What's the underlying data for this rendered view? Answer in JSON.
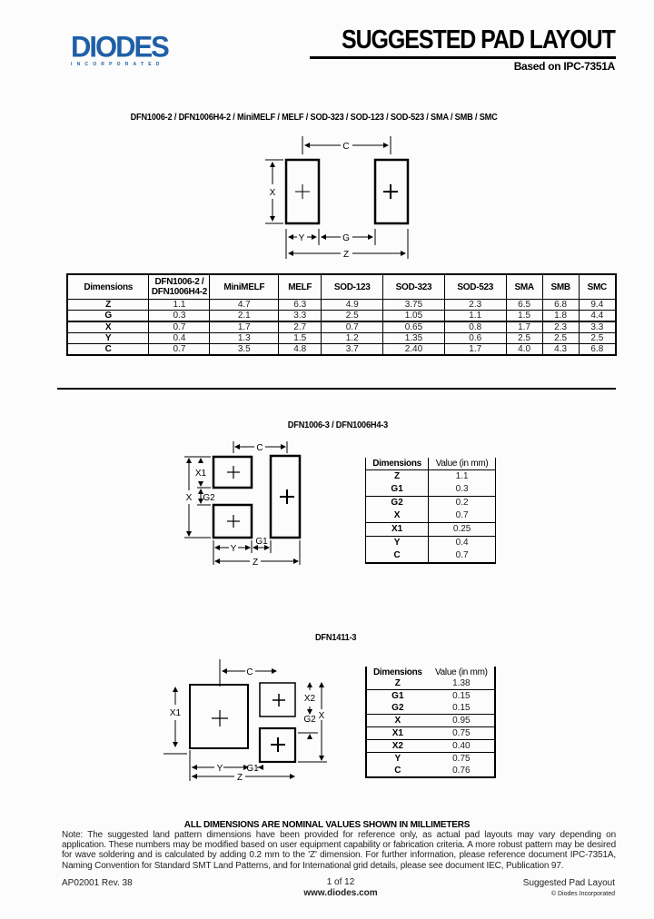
{
  "header": {
    "logo_text": "DIODES",
    "logo_subtext": "INCORPORATED",
    "logo_color": "#1f5fa8",
    "title": "SUGGESTED PAD LAYOUT",
    "subtitle": "Based on IPC-7351A"
  },
  "section1": {
    "title": "DFN1006-2 / DFN1006H4-2 / MiniMELF / MELF / SOD-323 / SOD-123 / SOD-523 / SMA / SMB / SMC",
    "diagram_labels": {
      "c": "C",
      "x": "X",
      "y": "Y",
      "g": "G",
      "z": "Z"
    },
    "table": {
      "headers": [
        "Dimensions",
        "DFN1006-2 / DFN1006H4-2",
        "MiniMELF",
        "MELF",
        "SOD-123",
        "SOD-323",
        "SOD-523",
        "SMA",
        "SMB",
        "SMC"
      ],
      "rows": [
        [
          "Z",
          "1.1",
          "4.7",
          "6.3",
          "4.9",
          "3.75",
          "2.3",
          "6.5",
          "6.8",
          "9.4"
        ],
        [
          "G",
          "0.3",
          "2.1",
          "3.3",
          "2.5",
          "1.05",
          "1.1",
          "1.5",
          "1.8",
          "4.4"
        ],
        [
          "X",
          "0.7",
          "1.7",
          "2.7",
          "0.7",
          "0.65",
          "0.8",
          "1.7",
          "2.3",
          "3.3"
        ],
        [
          "Y",
          "0.4",
          "1.3",
          "1.5",
          "1.2",
          "1.35",
          "0.6",
          "2.5",
          "2.5",
          "2.5"
        ],
        [
          "C",
          "0.7",
          "3.5",
          "4.8",
          "3.7",
          "2.40",
          "1.7",
          "4.0",
          "4.3",
          "6.8"
        ]
      ]
    }
  },
  "section2": {
    "title": "DFN1006-3 / DFN1006H4-3",
    "diagram_labels": {
      "c": "C",
      "x": "X",
      "x1": "X1",
      "g2": "G2",
      "y": "Y",
      "g1": "G1",
      "z": "Z"
    },
    "table": {
      "headers": [
        "Dimensions",
        "Value (in mm)"
      ],
      "rows": [
        [
          "Z",
          "1.1"
        ],
        [
          "G1",
          "0.3"
        ],
        [
          "G2",
          "0.2"
        ],
        [
          "X",
          "0.7"
        ],
        [
          "X1",
          "0.25"
        ],
        [
          "Y",
          "0.4"
        ],
        [
          "C",
          "0.7"
        ]
      ]
    }
  },
  "section3": {
    "title": "DFN1411-3",
    "diagram_labels": {
      "c": "C",
      "x1": "X1",
      "x2": "X2",
      "g2": "G2",
      "x": "X",
      "y": "Y",
      "g1": "G1",
      "z": "Z"
    },
    "table": {
      "headers": [
        "Dimensions",
        "Value (in mm)"
      ],
      "rows": [
        [
          "Z",
          "1.38"
        ],
        [
          "G1",
          "0.15"
        ],
        [
          "G2",
          "0.15"
        ],
        [
          "X",
          "0.95"
        ],
        [
          "X1",
          "0.75"
        ],
        [
          "X2",
          "0.40"
        ],
        [
          "Y",
          "0.75"
        ],
        [
          "C",
          "0.76"
        ]
      ]
    }
  },
  "notes": {
    "title": "ALL DIMENSIONS ARE NOMINAL VALUES SHOWN IN MILLIMETERS",
    "body": "Note: The suggested land pattern dimensions have been provided for reference only, as actual pad layouts may vary depending on application. These numbers may be modified based on user equipment capability or fabrication criteria. A more robust pattern may be desired for wave soldering and is calculated by adding 0.2 mm to the 'Z' dimension. For further information, please reference document IPC-7351A, Naming Convention for Standard SMT Land Patterns, and for International grid details, please see document IEC, Publication 97."
  },
  "footer": {
    "doc_id": "AP02001 Rev. 38",
    "page": "1 of 12",
    "url": "www.diodes.com",
    "doc_title": "Suggested Pad Layout",
    "copyright": "© Diodes Incorporated"
  }
}
